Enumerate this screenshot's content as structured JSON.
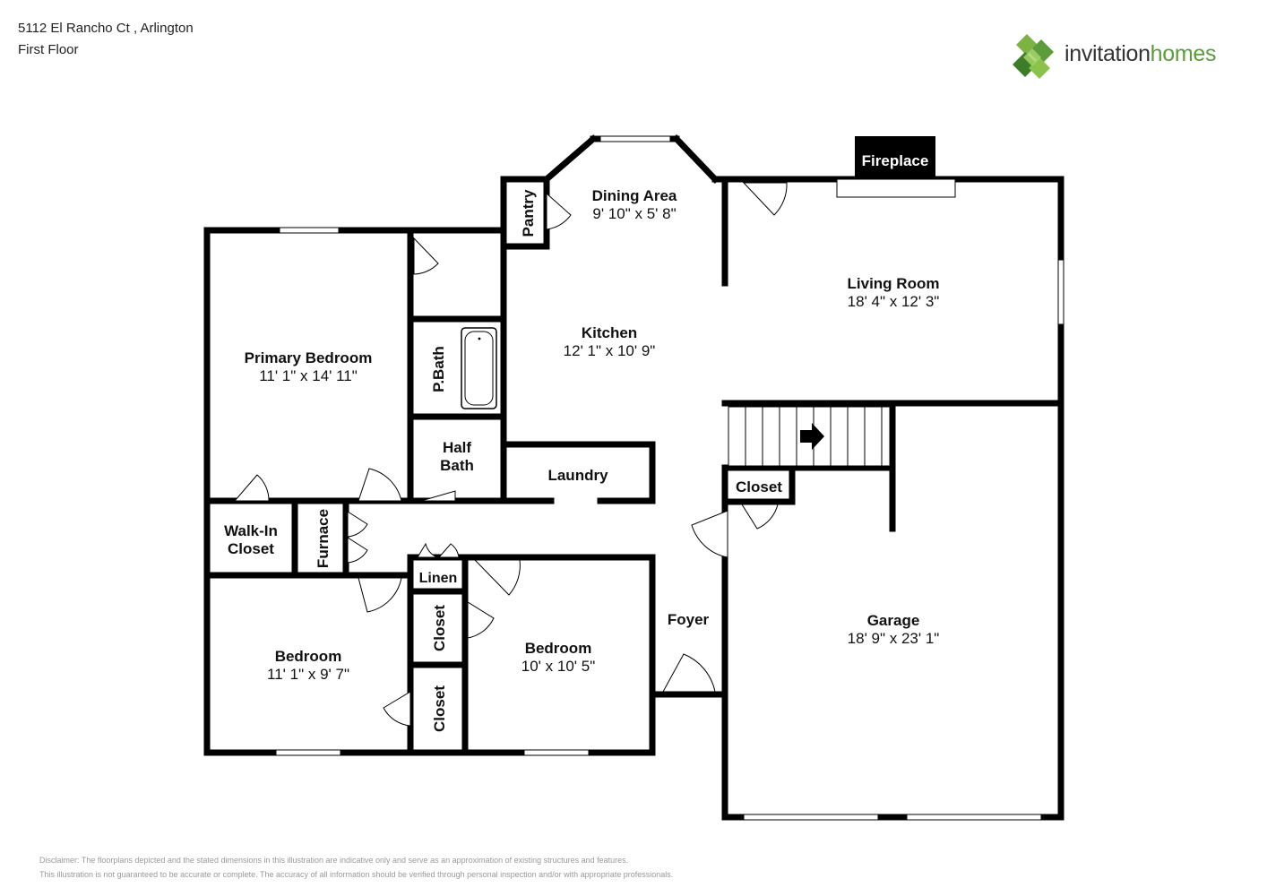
{
  "header": {
    "address": "5112 El Rancho Ct , Arlington",
    "floor": "First Floor"
  },
  "brand": {
    "name_part1": "invitation",
    "name_part2": "homes",
    "color_primary": "#5a9d3a",
    "color_text": "#333333",
    "icon": "diamond-cluster-logo-icon"
  },
  "rooms": {
    "dining": {
      "name": "Dining Area",
      "dims": "9' 10\" x 5' 8\""
    },
    "living": {
      "name": "Living Room",
      "dims": "18' 4\" x 12' 3\""
    },
    "kitchen": {
      "name": "Kitchen",
      "dims": "12' 1\" x 10' 9\""
    },
    "primary": {
      "name": "Primary Bedroom",
      "dims": "11' 1\" x 14' 11\""
    },
    "bedroom1": {
      "name": "Bedroom",
      "dims": "11' 1\" x 9' 7\""
    },
    "bedroom2": {
      "name": "Bedroom",
      "dims": "10' x 10' 5\""
    },
    "garage": {
      "name": "Garage",
      "dims": "18' 9\" x 23' 1\""
    },
    "foyer": {
      "name": "Foyer"
    },
    "laundry": {
      "name": "Laundry"
    },
    "half_bath_line1": "Half",
    "half_bath_line2": "Bath",
    "walkin_line1": "Walk-In",
    "walkin_line2": "Closet",
    "pbath": "P.Bath",
    "pantry": "Pantry",
    "furnace": "Furnace",
    "linen": "Linen",
    "closet": "Closet",
    "fireplace": "Fireplace"
  },
  "disclaimer": {
    "line1": "Disclaimer: The floorplans depicted and the stated dimensions in this illustration are indicative only and serve as an approximation of existing structures and features.",
    "line2": "This illustration is not guaranteed to be accurate or complete. The accuracy of all information should be verified through personal inspection and/or with appropriate professionals."
  }
}
